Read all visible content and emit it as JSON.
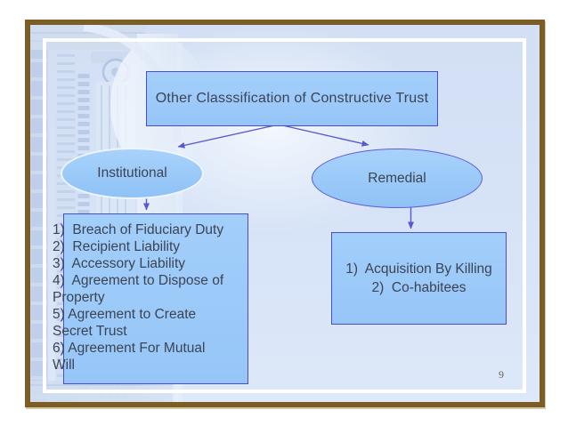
{
  "slide": {
    "page_number": "9",
    "title_box": {
      "label": "Other Classsification of Constructive Trust"
    },
    "institutional_ellipse": {
      "label": "Institutional"
    },
    "remedial_ellipse": {
      "label": "Remedial"
    },
    "institutional_list": {
      "lines": [
        "1)  Breach of Fiduciary Duty",
        "2)  Recipient Liability",
        "3)  Accessory Liability",
        "4)  Agreement to Dispose of",
        "Property",
        "5) Agreement to Create",
        "Secret Trust",
        "6) Agreement For Mutual",
        "Will"
      ]
    },
    "remedial_list": {
      "lines": [
        "1)  Acquisition By Killing",
        "2)  Co-habitees"
      ]
    },
    "colors": {
      "border_brown": "#7d5d26",
      "slide_background": "#d7e3f7",
      "inner_frame": "#ffffff",
      "shape_fill": "#9ccafa",
      "shape_border": "#4d4dc7",
      "institutional_ellipse_border": "#f0f6fe",
      "arrow": "#5858d0",
      "text": "#3d4352",
      "page_number": "#6b6353"
    },
    "watermark": {
      "name": "classical-column-watermark"
    }
  }
}
